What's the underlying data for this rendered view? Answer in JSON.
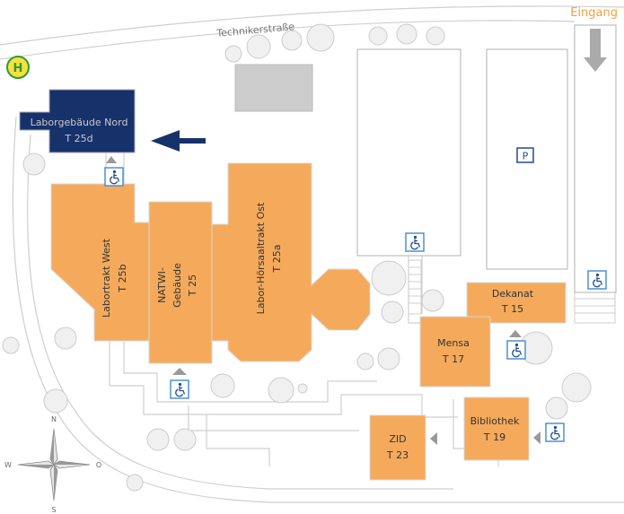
{
  "map": {
    "street": "Technikerstraße",
    "entrance": "Eingang",
    "helipad": "H",
    "parking": "P",
    "compass": {
      "n": "N",
      "s": "S",
      "w": "W",
      "o": "O"
    },
    "buildings": {
      "t25d": {
        "line1": "Laborgebäude Nord",
        "line2": "T 25d"
      },
      "t25b": {
        "line1": "Labortrakt West",
        "line2": "T 25b"
      },
      "t25": {
        "line1": "NATWI-",
        "line2": "Gebäude",
        "line3": "T 25"
      },
      "t25a": {
        "line1": "Labor-Hörsaaltrakt Ost",
        "line2": "T 25a"
      },
      "t15": {
        "line1": "Dekanat",
        "line2": "T 15"
      },
      "t17": {
        "line1": "Mensa",
        "line2": "T 17"
      },
      "t19": {
        "line1": "Bibliothek",
        "line2": "T 19"
      },
      "t23": {
        "line1": "ZID",
        "line2": "T 23"
      }
    },
    "icons": [
      "wheelchair-icon",
      "arrow-left-icon",
      "arrow-down-icon",
      "compass-rose-icon",
      "helipad-icon",
      "parking-icon"
    ],
    "colors": {
      "building": "#f5aa5b",
      "highlight": "#17326b",
      "entrance": "#f2a040",
      "accessible": "#4a90d9",
      "helipad": "#f7e13a"
    }
  }
}
